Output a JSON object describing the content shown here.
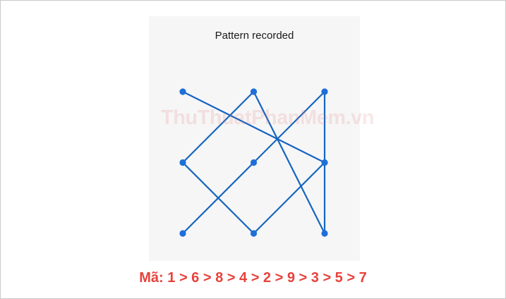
{
  "screen": {
    "title": "Pattern recorded"
  },
  "pattern": {
    "grid_size": 3,
    "sequence": [
      1,
      6,
      8,
      4,
      2,
      9,
      3,
      5,
      7
    ],
    "line_color": "#1565c0",
    "dot_color": "#1e6fd9",
    "background_color": "#f6f6f6"
  },
  "watermark": {
    "text": "ThuThuatPhanMem.vn"
  },
  "caption": {
    "text": "Mã: 1 > 6 > 8 > 4 > 2 > 9 > 3 > 5 > 7",
    "color": "#e8413b"
  }
}
